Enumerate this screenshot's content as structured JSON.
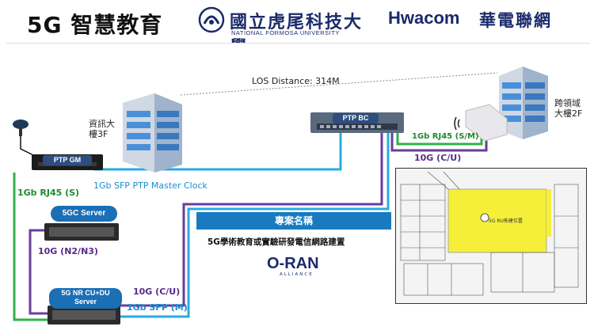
{
  "header": {
    "title": "5G 智慧教育",
    "university_name": "國立虎尾科技大學",
    "university_sub": "NATIONAL FORMOSA UNIVERSITY",
    "partner_en": "Hwacom",
    "partner_cn": "華電聯網"
  },
  "labels": {
    "los_distance": "LOS Distance: 314M",
    "building_left": "資訊大\n樓3F",
    "building_right": "跨領域\n大樓2F",
    "ptp_gm": "PTP GM",
    "ptp_bc": "PTP BC",
    "link_1gb_sfp_ptp": "1Gb SFP PTP Master Clock",
    "link_1gb_rj45_s": "1Gb RJ45 (S)",
    "link_1gb_rj45_sm": "1Gb RJ45 (S/M)",
    "link_10g_cu_top": "10G (C/U)",
    "server_5gc": "5GC Server",
    "link_10g_n2n3": "10G (N2/N3)",
    "server_nr": "5G NR CU+DU\nServer",
    "link_10g_cu_bottom": "10G (C/U)",
    "link_1gb_sfp_m": "1Gb SFP (M)"
  },
  "project": {
    "heading": "專案名稱",
    "description": "5G學術教育或實驗研發電信網路建置",
    "logo_text": "O-RAN",
    "logo_sub": "ALLIANCE"
  },
  "floorplan": {
    "ru_note": "5G RU佈建位置"
  },
  "colors": {
    "blue_link": "#29abe2",
    "green_link": "#2fb24a",
    "purple_link": "#6a3d9a",
    "brand_blue": "#1b2a6b"
  }
}
